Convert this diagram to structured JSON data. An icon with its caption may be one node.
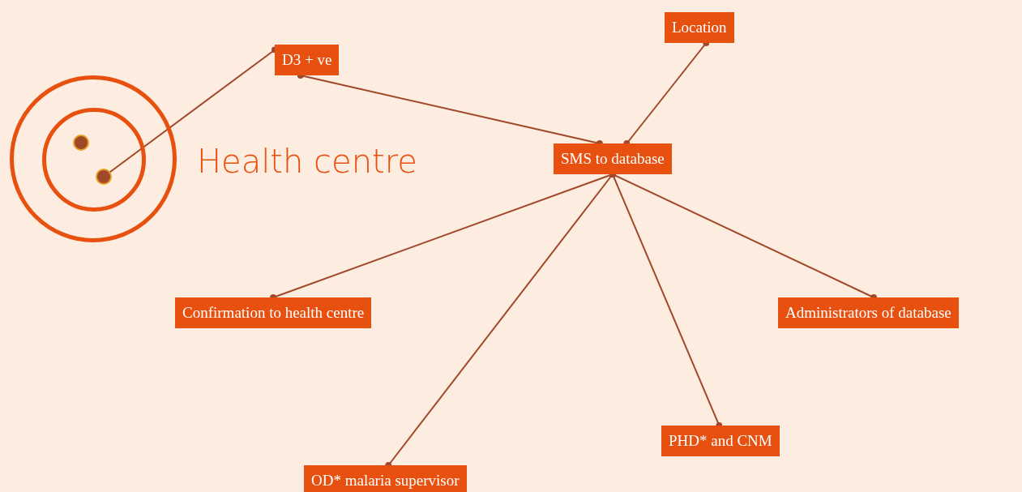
{
  "diagram": {
    "nodes": [
      {
        "text": [],
        "shape": "circle",
        "beside": [
          "Health centre"
        ]
      },
      {
        "text": [],
        "shape": "circle",
        "in": 0
      },
      {
        "text": [],
        "shape": "circle",
        "in": 1
      },
      {
        "text": [],
        "shape": "circle",
        "in": 1
      },
      {
        "text": [
          "D3 + ve"
        ]
      },
      {
        "text": [
          "Location"
        ]
      },
      {
        "text": [
          "SMS to database"
        ]
      },
      {
        "text": [
          "Confirmation to health centre"
        ]
      },
      {
        "text": [
          "Administrators of database"
        ]
      },
      {
        "text": [
          "PHD* and CNM"
        ]
      },
      {
        "text": [
          "OD* malaria supervisor"
        ]
      }
    ],
    "edges": [
      {
        "from": 3,
        "to": 4,
        "arrow": "other"
      },
      {
        "from": 4,
        "to": 6,
        "arrow": "other"
      },
      {
        "from": 6,
        "to": 5,
        "arrow": "other"
      },
      {
        "from": 6,
        "to": 7,
        "arrow": "other"
      },
      {
        "from": 6,
        "to": 8,
        "arrow": "other"
      },
      {
        "from": 6,
        "to": 9,
        "arrow": "other"
      },
      {
        "from": 6,
        "to": 10,
        "arrow": "other"
      }
    ]
  }
}
